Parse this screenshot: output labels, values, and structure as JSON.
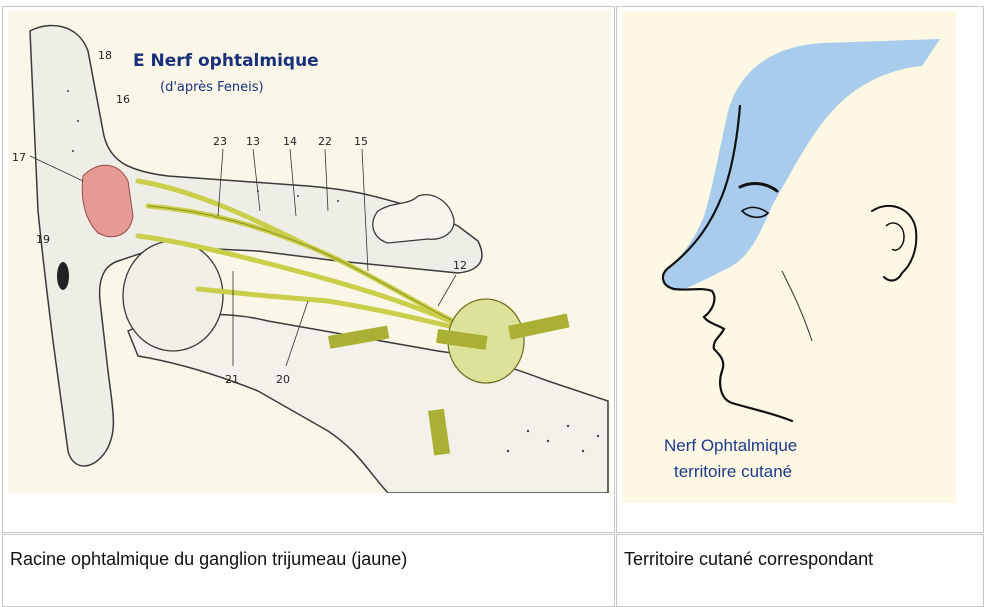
{
  "figure_left": {
    "title": "E  Nerf ophtalmique",
    "subtitle": "(d'après Feneis)",
    "callouts": [
      "18",
      "16",
      "17",
      "19",
      "23",
      "13",
      "14",
      "22",
      "15",
      "12",
      "21",
      "20"
    ],
    "colors": {
      "nerve": "#c9cf4a",
      "gland": "#e59a96",
      "bone": "#eeeee6",
      "outline": "#3a3a3a"
    }
  },
  "figure_right": {
    "caption_line1": "Nerf Ophtalmique",
    "caption_line2": "territoire cutané",
    "colors": {
      "territory": "#a9ccec",
      "background": "#fdf8e4",
      "outline": "#111111"
    }
  },
  "table": {
    "caption_left": "Racine ophtalmique du ganglion trijumeau (jaune)",
    "caption_right": "Territoire cutané correspondant"
  }
}
